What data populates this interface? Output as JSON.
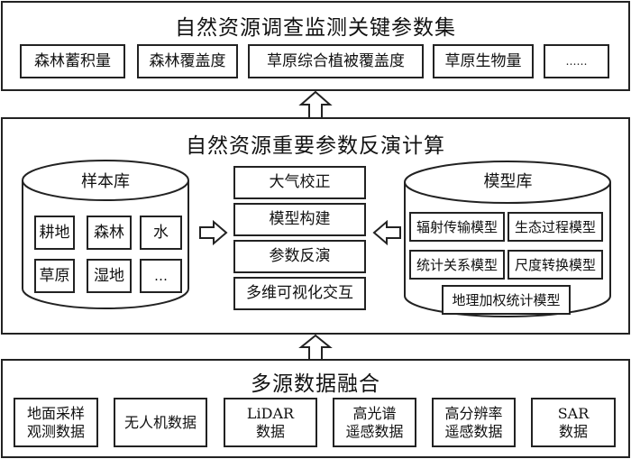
{
  "top": {
    "title": "自然资源调查监测关键参数集",
    "items": [
      "森林蓄积量",
      "森林覆盖度",
      "草原综合植被覆盖度",
      "草原生物量",
      "……"
    ]
  },
  "middle": {
    "title": "自然资源重要参数反演计算",
    "sample_lib": {
      "title": "样本库",
      "items": [
        "耕地",
        "森林",
        "水",
        "草原",
        "湿地",
        "…"
      ]
    },
    "process": [
      "大气校正",
      "模型构建",
      "参数反演",
      "多维可视化交互"
    ],
    "model_lib": {
      "title": "模型库",
      "items": [
        "辐射传输模型",
        "生态过程模型",
        "统计关系模型",
        "尺度转换模型",
        "地理加权统计模型"
      ]
    }
  },
  "bottom": {
    "title": "多源数据融合",
    "items": [
      {
        "line1": "地面采样",
        "line2": "观测数据"
      },
      {
        "line1": "无人机数据",
        "line2": ""
      },
      {
        "line1": "LiDAR",
        "line2": "数据"
      },
      {
        "line1": "高光谱",
        "line2": "遥感数据"
      },
      {
        "line1": "高分辨率",
        "line2": "遥感数据"
      },
      {
        "line1": "SAR",
        "line2": "数据"
      }
    ]
  }
}
